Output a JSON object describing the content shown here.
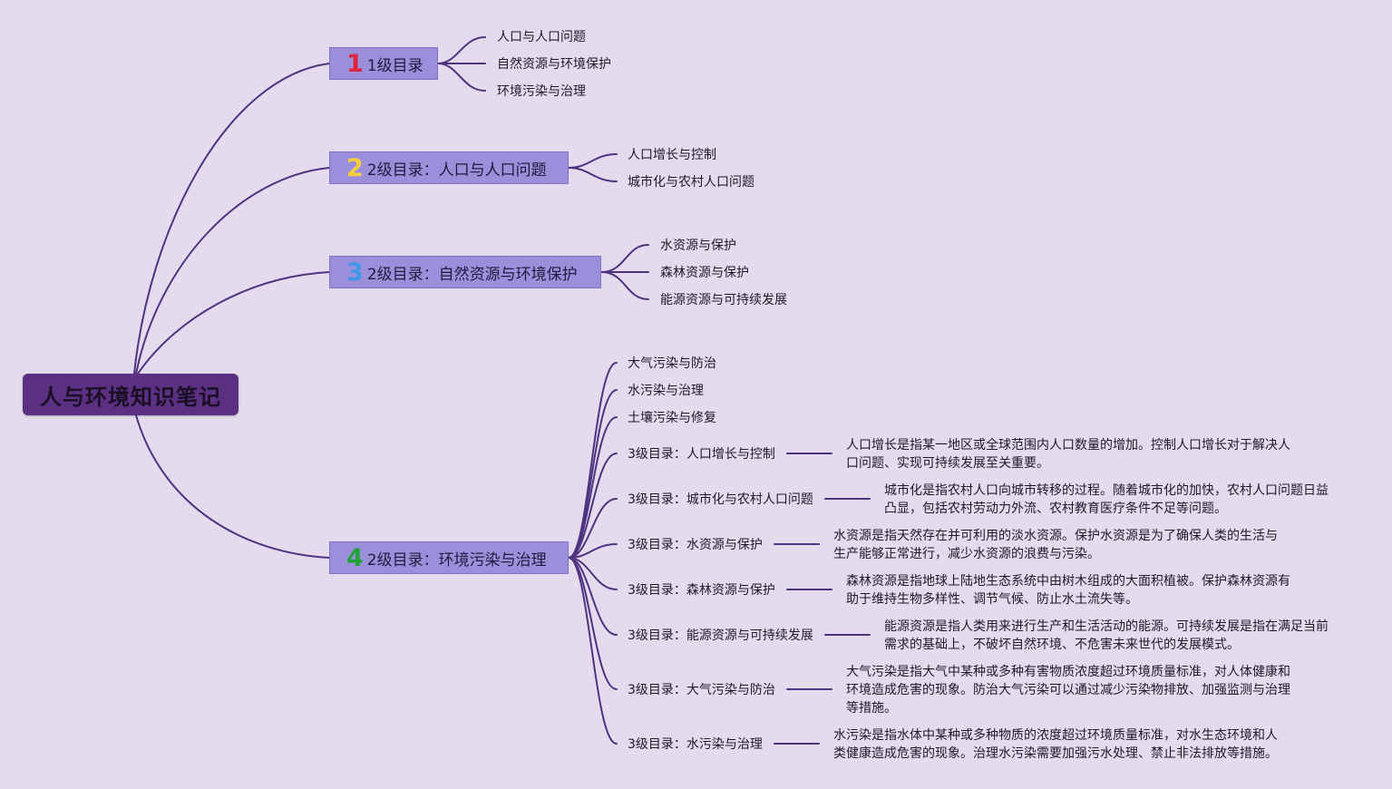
{
  "root": {
    "title": "人与环境知识笔记"
  },
  "colors": {
    "line": "#4f3380",
    "num1": "#e0233a",
    "num2": "#f4cf3b",
    "num3": "#3f97e6",
    "num4": "#22a337"
  },
  "branches": [
    {
      "num": "1",
      "label": "1级目录",
      "children": [
        "人口与人口问题",
        "自然资源与环境保护",
        "环境污染与治理"
      ]
    },
    {
      "num": "2",
      "label": "2级目录：人口与人口问题",
      "children": [
        "人口增长与控制",
        "城市化与农村人口问题"
      ]
    },
    {
      "num": "3",
      "label": "2级目录：自然资源与环境保护",
      "children": [
        "水资源与保护",
        "森林资源与保护",
        "能源资源与可持续发展"
      ]
    },
    {
      "num": "4",
      "label": "2级目录：环境污染与治理",
      "children": [
        "大气污染与防治",
        "水污染与治理",
        "土壤污染与修复"
      ],
      "details": [
        {
          "label": "3级目录：人口增长与控制",
          "text": "人口增长是指某一地区或全球范围内人口数量的增加。控制人口增长对于解决人口问题、实现可持续发展至关重要。"
        },
        {
          "label": "3级目录：城市化与农村人口问题",
          "text": "城市化是指农村人口向城市转移的过程。随着城市化的加快，农村人口问题日益凸显，包括农村劳动力外流、农村教育医疗条件不足等问题。"
        },
        {
          "label": "3级目录：水资源与保护",
          "text": "水资源是指天然存在并可利用的淡水资源。保护水资源是为了确保人类的生活与生产能够正常进行，减少水资源的浪费与污染。"
        },
        {
          "label": "3级目录：森林资源与保护",
          "text": "森林资源是指地球上陆地生态系统中由树木组成的大面积植被。保护森林资源有助于维持生物多样性、调节气候、防止水土流失等。"
        },
        {
          "label": "3级目录：能源资源与可持续发展",
          "text": "能源资源是指人类用来进行生产和生活活动的能源。可持续发展是指在满足当前需求的基础上，不破坏自然环境、不危害未来世代的发展模式。"
        },
        {
          "label": "3级目录：大气污染与防治",
          "text": "大气污染是指大气中某种或多种有害物质浓度超过环境质量标准，对人体健康和环境造成危害的现象。防治大气污染可以通过减少污染物排放、加强监测与治理等措施。"
        },
        {
          "label": "3级目录：水污染与治理",
          "text": "水污染是指水体中某种或多种物质的浓度超过环境质量标准，对水生态环境和人类健康造成危害的现象。治理水污染需要加强污水处理、禁止非法排放等措施。"
        }
      ]
    }
  ]
}
